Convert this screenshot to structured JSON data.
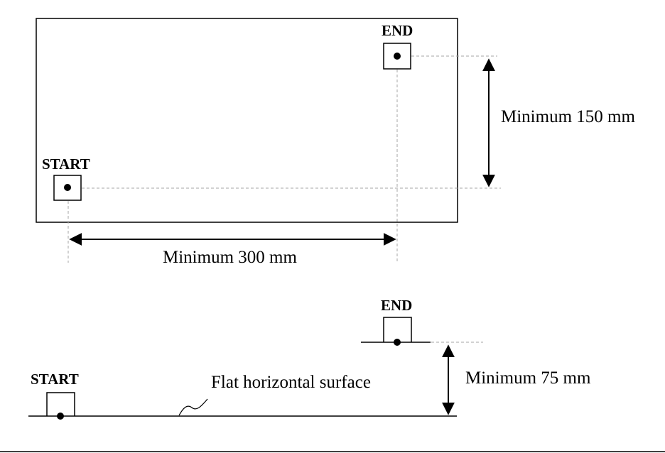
{
  "top_view": {
    "start_label": "START",
    "end_label": "END",
    "height_label": "Minimum 150 mm",
    "width_label": "Minimum 300 mm"
  },
  "side_view": {
    "start_label": "START",
    "end_label": "END",
    "surface_label": "Flat horizontal surface",
    "height_label": "Minimum 75 mm"
  }
}
